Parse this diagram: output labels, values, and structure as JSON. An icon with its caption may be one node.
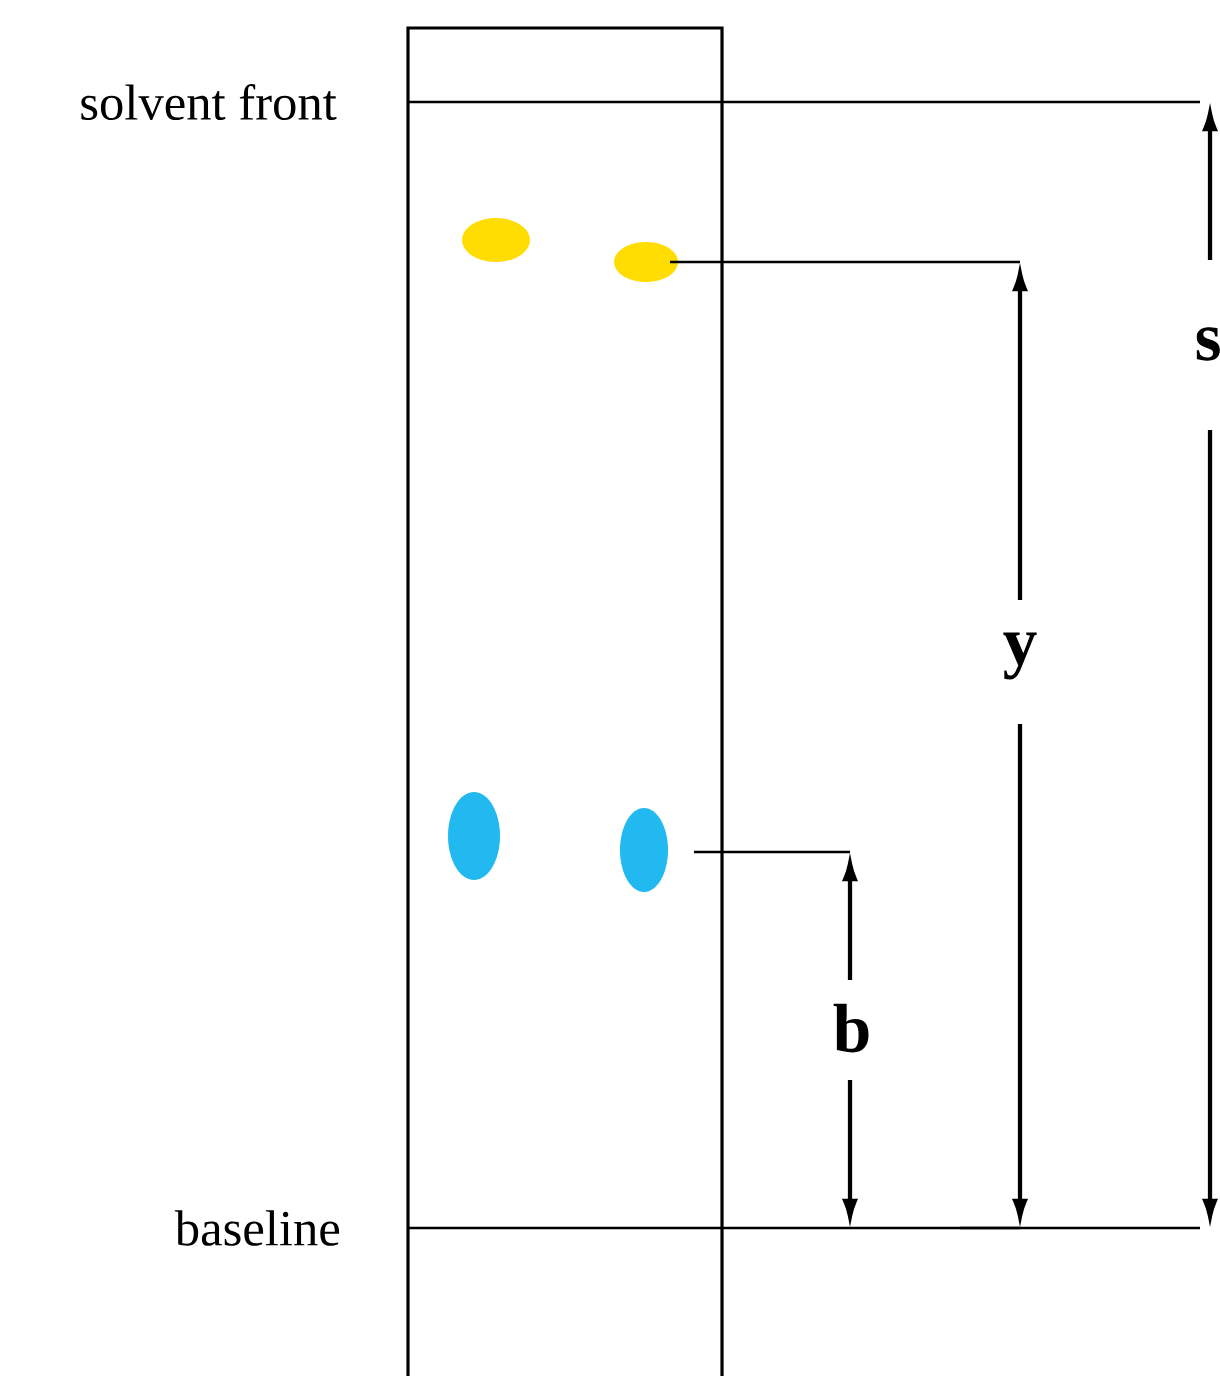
{
  "diagram": {
    "labels": [
      "solvent front",
      "s",
      "y",
      "b",
      "baseline"
    ]
  }
}
